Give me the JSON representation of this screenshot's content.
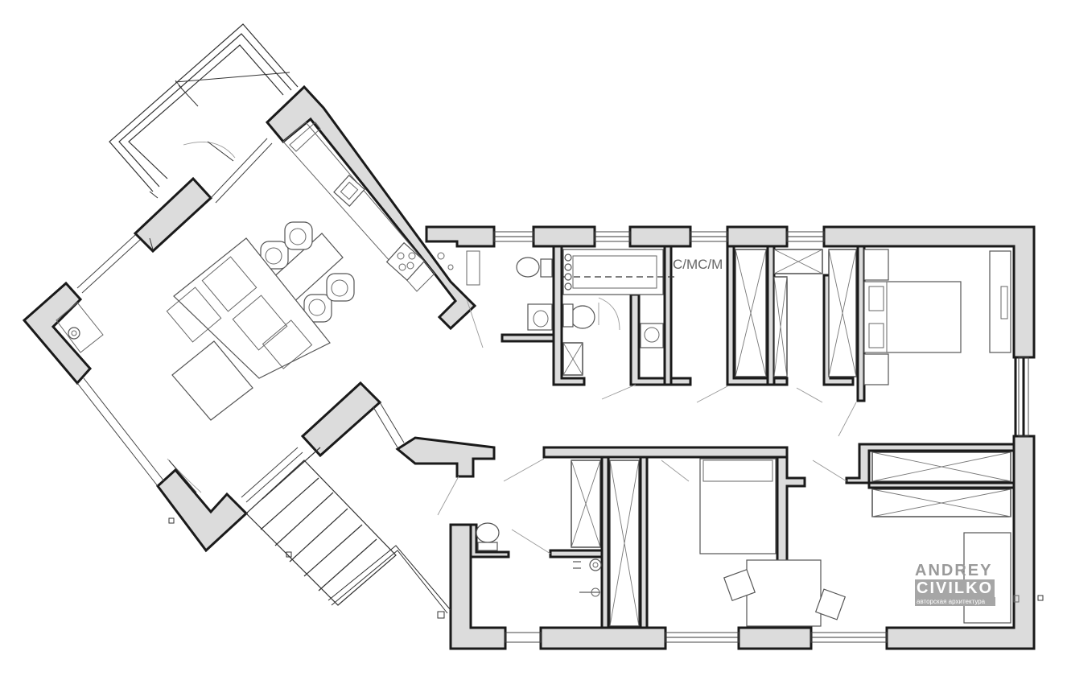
{
  "plan": {
    "labels": {
      "laundry": "C/MC/M"
    }
  },
  "watermark": {
    "line1": "ANDREY",
    "line2": "CIVILKO",
    "tagline": "авторская архитектура"
  }
}
